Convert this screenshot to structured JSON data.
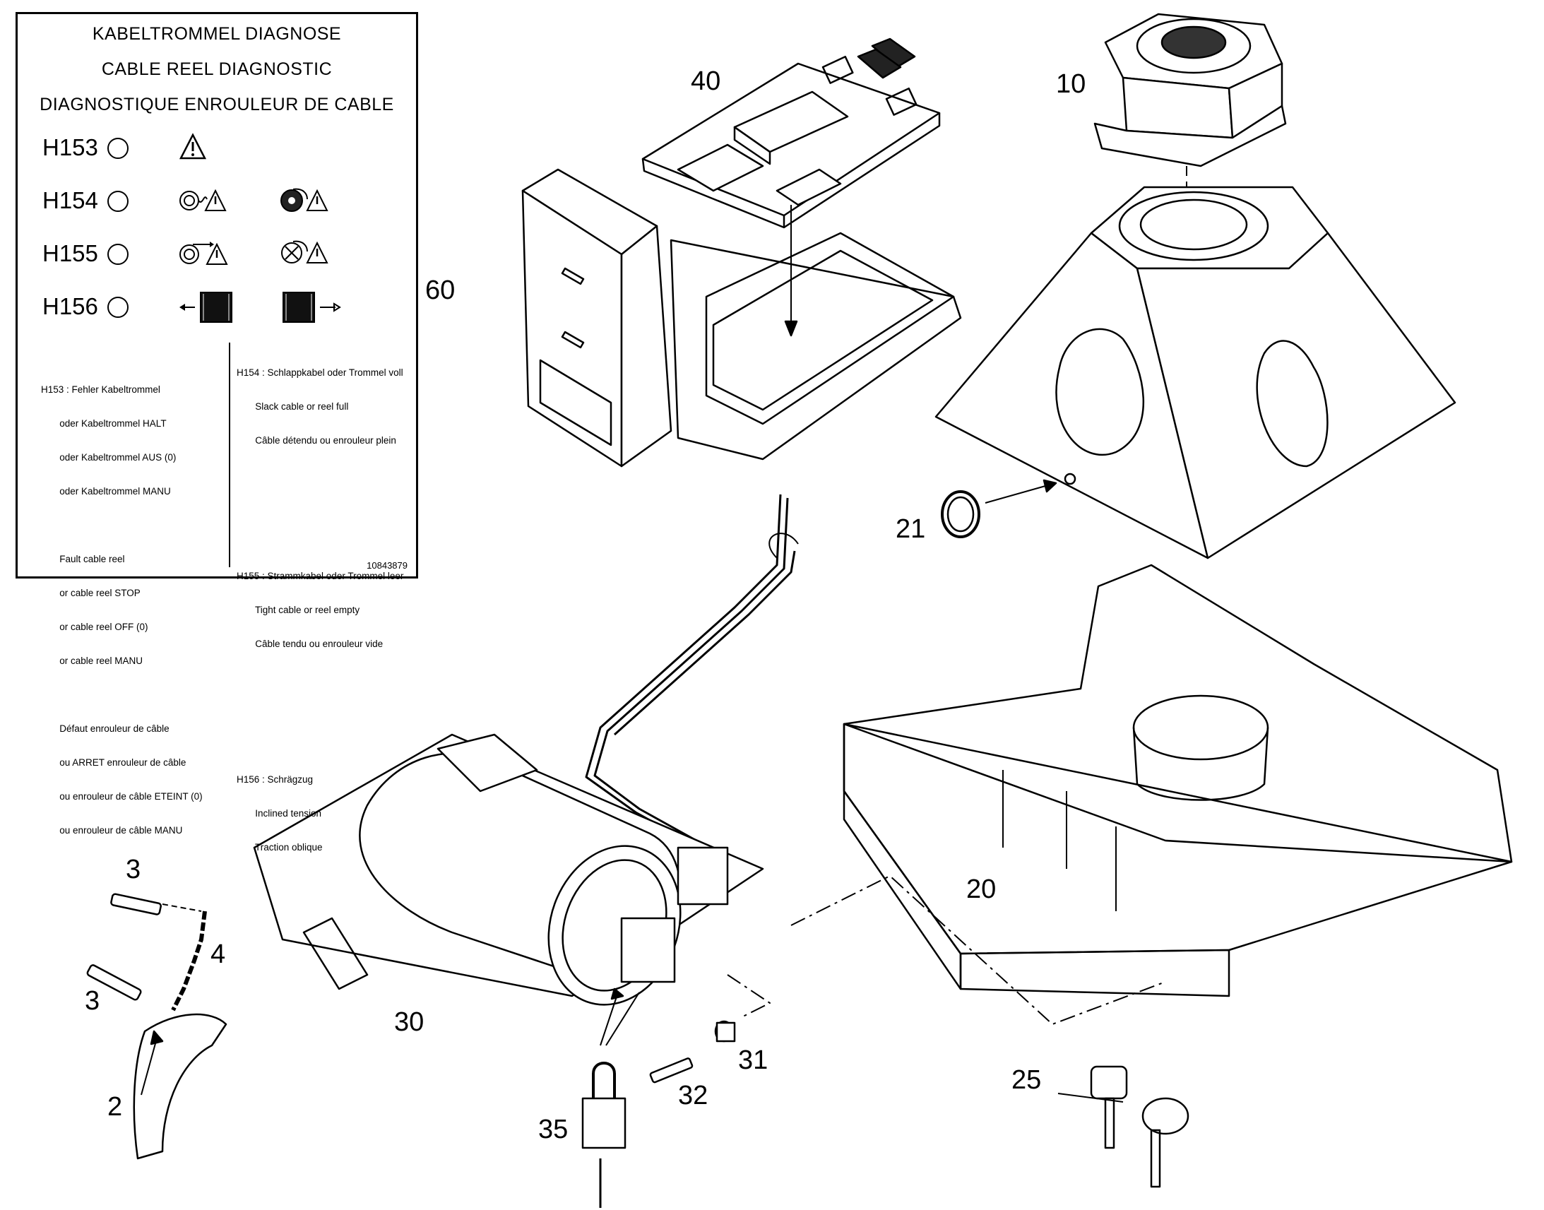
{
  "diagnostic_panel": {
    "title_de": "KABELTROMMEL DIAGNOSE",
    "title_en": "CABLE REEL DIAGNOSTIC",
    "title_fr": "DIAGNOSTIQUE ENROULEUR DE CABLE",
    "indicators": [
      {
        "code": "H153",
        "icons": [
          "warning-triangle-icon"
        ]
      },
      {
        "code": "H154",
        "icons": [
          "slack-cable-warning-icon",
          "reel-full-warning-icon"
        ]
      },
      {
        "code": "H155",
        "icons": [
          "tight-cable-warning-icon",
          "reel-empty-warning-icon"
        ]
      },
      {
        "code": "H156",
        "icons": [
          "inclined-tension-left-icon",
          "inclined-tension-right-icon"
        ]
      }
    ],
    "notes_left": [
      "H153 : Fehler Kabeltrommel",
      "       oder Kabeltrommel HALT",
      "       oder Kabeltrommel AUS (0)",
      "       oder Kabeltrommel MANU",
      "",
      "       Fault cable reel",
      "       or cable reel STOP",
      "       or cable reel OFF (0)",
      "       or cable reel MANU",
      "",
      "       Défaut enrouleur de câble",
      "       ou ARRET enrouleur de câble",
      "       ou enrouleur de câble ETEINT (0)",
      "       ou enrouleur de câble MANU"
    ],
    "notes_right": [
      "H154 : Schlappkabel oder Trommel voll",
      "       Slack cable or reel full",
      "       Câble détendu ou enrouleur plein",
      "",
      "",
      "",
      "H155 : Strammkabel oder Trommel leer",
      "       Tight cable or reel empty",
      "       Câble tendu ou enrouleur vide",
      "",
      "",
      "",
      "H156 : Schrägzug",
      "       Inclined tension",
      "       Traction oblique"
    ],
    "document_number": "10843879"
  },
  "callouts": {
    "c60": "60",
    "c40": "40",
    "c10": "10",
    "c21": "21",
    "c20": "20",
    "c3a": "3",
    "c4": "4",
    "c3b": "3",
    "c2": "2",
    "c30": "30",
    "c31": "31",
    "c32": "32",
    "c35": "35",
    "c25": "25"
  }
}
